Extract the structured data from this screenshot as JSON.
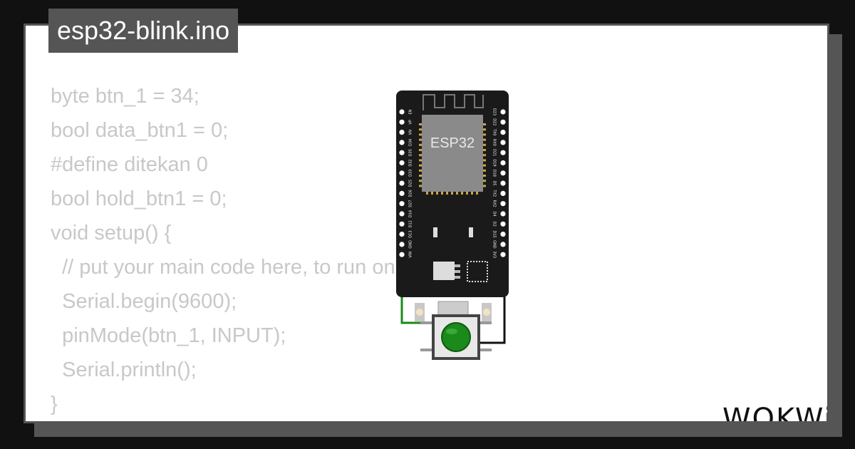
{
  "sketch": {
    "filename": "esp32-blink.ino"
  },
  "code": {
    "lines": [
      "byte btn_1 = 34;",
      "bool data_btn1 = 0;",
      "#define ditekan 0",
      "bool hold_btn1 = 0;",
      "",
      "void setup() {",
      "  // put your main code here, to run once:",
      "  Serial.begin(9600);",
      "  pinMode(btn_1, INPUT);",
      "  Serial.println();",
      "}"
    ]
  },
  "board": {
    "chip_label": "ESP32",
    "left_pins": [
      "EN",
      "VP",
      "VN",
      "D34",
      "D35",
      "D32",
      "D33",
      "D25",
      "D26",
      "D27",
      "D14",
      "D12",
      "D13",
      "GND",
      "VIN"
    ],
    "right_pins": [
      "D23",
      "D22",
      "TX0",
      "RX0",
      "D21",
      "D19",
      "D18",
      "D5",
      "TX2",
      "RX2",
      "D4",
      "D2",
      "D15",
      "GND",
      "3V3"
    ]
  },
  "brand": {
    "logo": "WOKWi"
  },
  "colors": {
    "background": "#111111",
    "card": "#ffffff",
    "border": "#555555",
    "code_text": "#c8c8c8",
    "button": "#1a8a1a",
    "wire_green": "#1a8a1a",
    "wire_black": "#111111"
  }
}
